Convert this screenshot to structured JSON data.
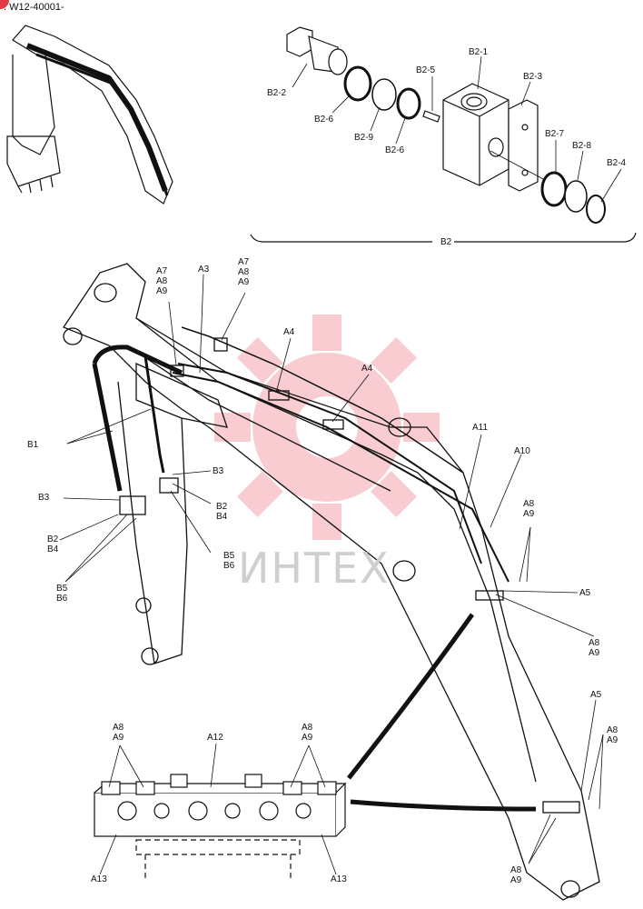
{
  "header": {
    "serial": ". W12-40001-"
  },
  "watermark": {
    "text": "ИНТЕХ",
    "gear_color": "#f08088",
    "text_color": "#cccccc"
  },
  "labels": {
    "B2_2": "B2-2",
    "B2_6a": "B2-6",
    "B2_9": "B2-9",
    "B2_6b": "B2-6",
    "B2_5": "B2-5",
    "B2_1": "B2-1",
    "B2_3": "B2-3",
    "B2_7": "B2-7",
    "B2_8": "B2-8",
    "B2_4": "B2-4",
    "B2": "B2",
    "A7_top_left": [
      "A7",
      "A8",
      "A9"
    ],
    "A3": "A3",
    "A7_top_right": [
      "A7",
      "A8",
      "A9"
    ],
    "A4_left": "A4",
    "A4_right": "A4",
    "B1": "B1",
    "B3_right": "B3",
    "B2_B4_right": [
      "B2",
      "B4"
    ],
    "B5_B6_right": [
      "B5",
      "B6"
    ],
    "B3_left": "B3",
    "B2_B4_left": [
      "B2",
      "B4"
    ],
    "B5_B6_left": [
      "B5",
      "B6"
    ],
    "A11": "A11",
    "A10": "A10",
    "A8_A9_arm_upper": [
      "A8",
      "A9"
    ],
    "A5_upper": "A5",
    "A8_A9_arm_mid": [
      "A8",
      "A9"
    ],
    "A5_lower": "A5",
    "A8_A9_arm_lower": [
      "A8",
      "A9"
    ],
    "A8_A9_arm_bottom": [
      "A8",
      "A9"
    ],
    "A8_A9_detail_left": [
      "A8",
      "A9"
    ],
    "A12": "A12",
    "A8_A9_detail_right": [
      "A8",
      "A9"
    ],
    "A13_left": "A13",
    "A13_right": "A13"
  }
}
